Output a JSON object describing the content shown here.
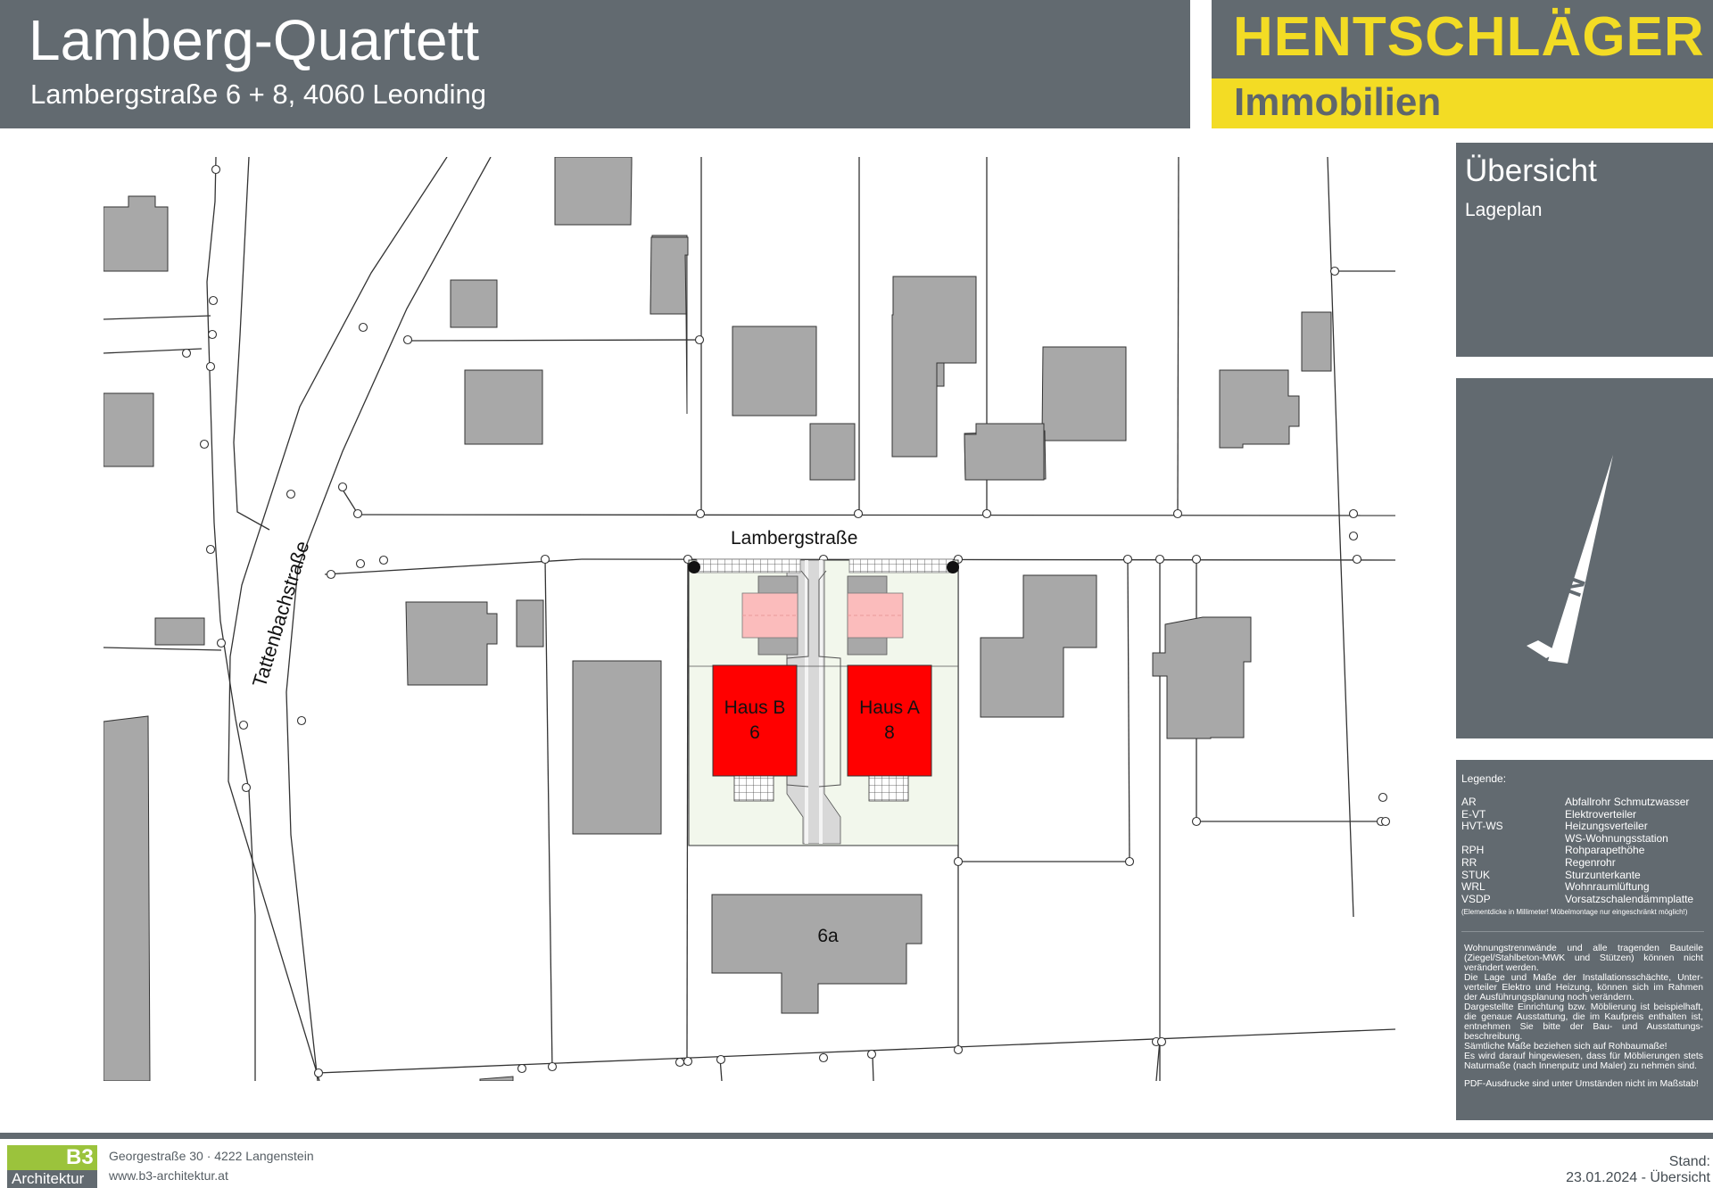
{
  "header": {
    "title": "Lamberg-Quartett",
    "subtitle": "Lambergstraße 6 + 8, 4060 Leonding"
  },
  "brand": {
    "name": "HENTSCHLÄGER",
    "sub": "Immobilien"
  },
  "overview": {
    "title": "Übersicht",
    "subtitle": "Lageplan"
  },
  "map": {
    "street_top": "Lambergstraße",
    "street_left": "Tattenbachstraße",
    "house_b": {
      "name": "Haus B",
      "number": "6"
    },
    "house_a": {
      "name": "Haus A",
      "number": "8"
    },
    "neighbor": "6a"
  },
  "north_label": "N",
  "legend": {
    "heading": "Legende:",
    "items": [
      {
        "abbr": "AR",
        "text": "Abfallrohr Schmutzwasser"
      },
      {
        "abbr": "E-VT",
        "text": "Elektroverteiler"
      },
      {
        "abbr": "HVT-WS",
        "text": "Heizungsverteiler"
      },
      {
        "abbr": "",
        "text": "WS-Wohnungsstation"
      },
      {
        "abbr": "RPH",
        "text": "Rohparapethöhe"
      },
      {
        "abbr": "RR",
        "text": "Regenrohr"
      },
      {
        "abbr": "STUK",
        "text": "Sturzunterkante"
      },
      {
        "abbr": "WRL",
        "text": "Wohnraumlüftung"
      },
      {
        "abbr": "VSDP",
        "text": "Vorsatzschalendämmplatte"
      }
    ],
    "note": "(Elementdicke in Millimeter! Möbelmontage nur eingeschränkt möglich!)",
    "paragraphs": [
      "Wohnungstrennwände und alle tragenden Bauteile (Ziegel/Stahlbeton-MWK und Stützen) können nicht verändert werden.",
      "Die Lage und Maße der Installationsschächte, Unter-verteiler Elektro und Heizung, können sich im Rahmen der Ausführungsplanung noch verändern.",
      "Dargestellte Einrichtung bzw. Möblierung ist beispielhaft, die genaue Ausstattung, die im Kaufpreis enthalten ist, entnehmen Sie bitte der Bau- und Ausstattungs-beschreibung.",
      "Sämtliche Maße beziehen sich auf Rohbaumaße!",
      "Es wird darauf hingewiesen, dass für Möblierungen stets Naturmaße (nach Innenputz und Maler) zu nehmen sind."
    ],
    "pdf_note": "PDF-Ausdrucke sind unter Umständen nicht im Maßstab!"
  },
  "footer": {
    "logo_mark": "B3",
    "logo_word": "Architektur",
    "address": "Georgestraße 30 · 4222 Langenstein",
    "website": "www.b3-architektur.at",
    "stand_label": "Stand:",
    "stand_value": "23.01.2024 - Übersicht"
  },
  "colors": {
    "panel": "#626a70",
    "brand_yellow": "#f3dc24",
    "house_red": "#ff0000",
    "building_gray": "#a8a8a8",
    "b3_green": "#9bc33c"
  }
}
